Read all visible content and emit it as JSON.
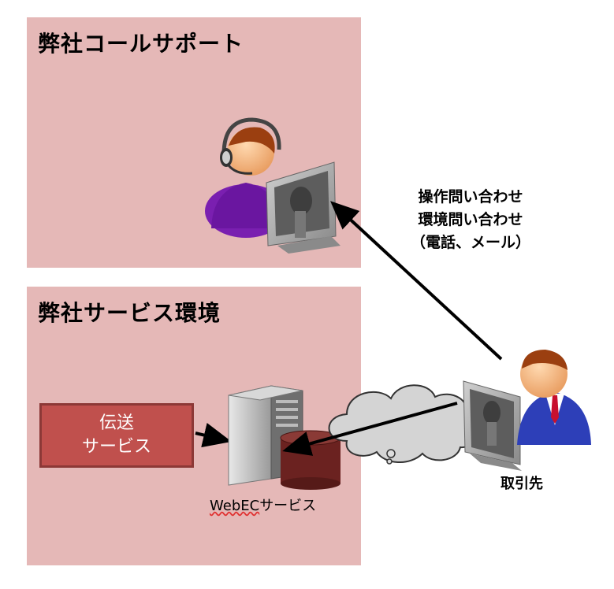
{
  "panels": {
    "call_support": {
      "title": "弊社コールサポート"
    },
    "service_env": {
      "title": "弊社サービス環境"
    }
  },
  "inquiry": {
    "line1": "操作問い合わせ",
    "line2": "環境問い合わせ",
    "line3": "（電話、メール）"
  },
  "transfer_service": {
    "line1": "伝送",
    "line2": "サービス"
  },
  "webec": {
    "prefix": "WebEC",
    "suffix": "サービス"
  },
  "client": {
    "label": "取引先"
  },
  "colors": {
    "panel_bg": "#e5b8b7",
    "transfer_box": "#c0504d",
    "database": "#6b2220",
    "operator_shirt": "#7a1fb0",
    "client_suit": "#2d3fb8",
    "arrow": "#000000"
  },
  "icons": {
    "operator": "headset-operator-icon",
    "monitor": "computer-monitor-icon",
    "server": "server-tower-icon",
    "database": "database-cylinder-icon",
    "cloud": "internet-cloud-icon",
    "client": "business-person-icon"
  }
}
